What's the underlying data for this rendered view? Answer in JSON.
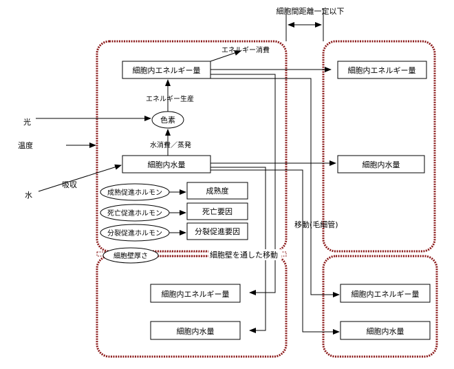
{
  "top_label": "細胞間距離一定以下",
  "cell_a": {
    "energy_consumption": "エネルギー消費",
    "energy_amount": "細胞内エネルギー量",
    "energy_production": "エネルギー生産",
    "pigment": "色素",
    "water_consumption": "水消費／蒸発",
    "water_amount": "細胞内水量",
    "ripening_hormone": "成熟促進ホルモン",
    "ripeness": "成熟度",
    "death_hormone": "死亡促進ホルモン",
    "death_factor": "死亡要因",
    "division_hormone": "分裂促進ホルモン",
    "division_factor": "分裂促進要因"
  },
  "inputs": {
    "light": "光",
    "temperature": "温度",
    "water": "水",
    "absorption": "吸収"
  },
  "cell_b": {
    "energy_amount": "細胞内エネルギー量",
    "water_amount": "細胞内水量"
  },
  "movement_capillary": "移動(毛細管)",
  "wall_thickness": "細胞壁厚さ",
  "movement_through_wall": "細胞壁を通した移動",
  "cell_c": {
    "energy_amount": "細胞内エネルギー量",
    "water_amount": "細胞内水量"
  },
  "cell_d": {
    "energy_amount": "細胞内エネルギー量",
    "water_amount": "細胞内水量"
  }
}
